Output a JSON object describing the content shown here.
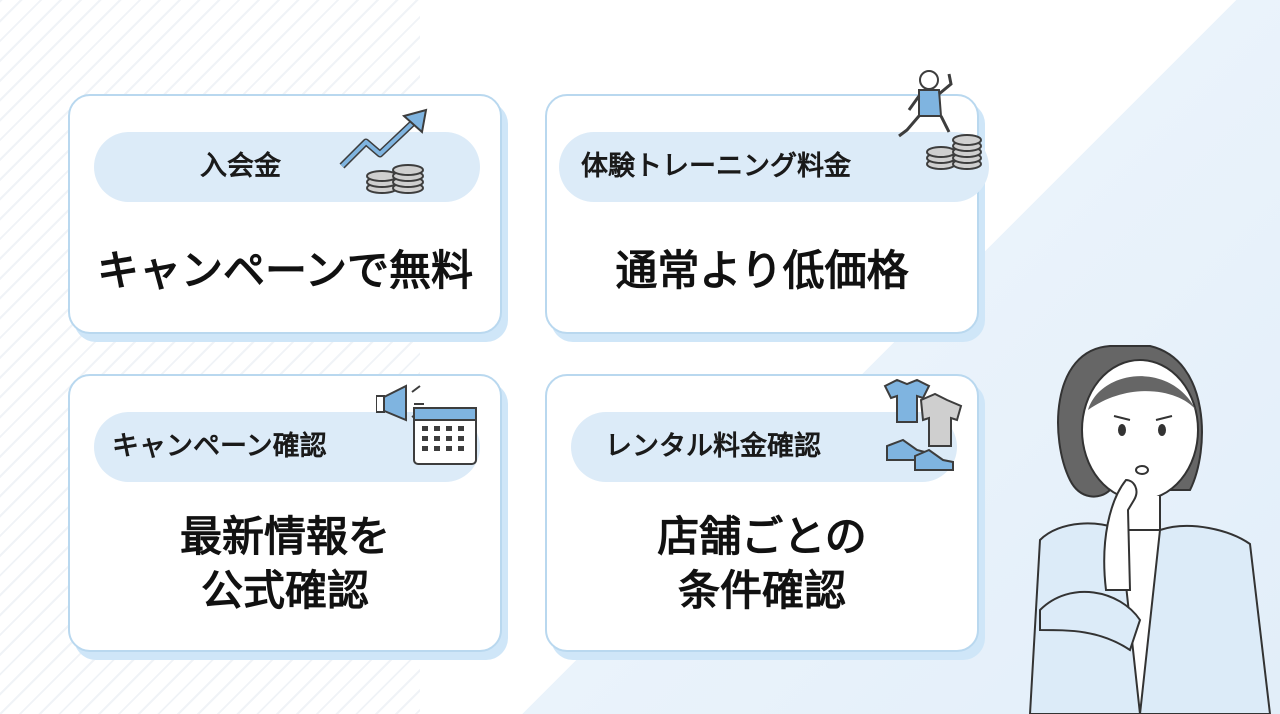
{
  "cards": [
    {
      "label": "入会金",
      "main": [
        "キャンペーンで無料"
      ]
    },
    {
      "label": "体験トレーニング料金",
      "main": [
        "通常より低価格"
      ]
    },
    {
      "label": "キャンペーン確認",
      "main": [
        "最新情報を",
        "公式確認"
      ]
    },
    {
      "label": "レンタル料金確認",
      "main": [
        "店舗ごとの",
        "条件確認"
      ]
    }
  ],
  "colors": {
    "card_border": "#b9d8ef",
    "pill": "#dcebf8",
    "accent": "#4a90c9"
  },
  "icons": [
    "growth-arrow-coins-icon",
    "fitness-person-coins-icon",
    "megaphone-calendar-icon",
    "clothes-shoes-icon",
    "thinking-woman-illustration"
  ]
}
